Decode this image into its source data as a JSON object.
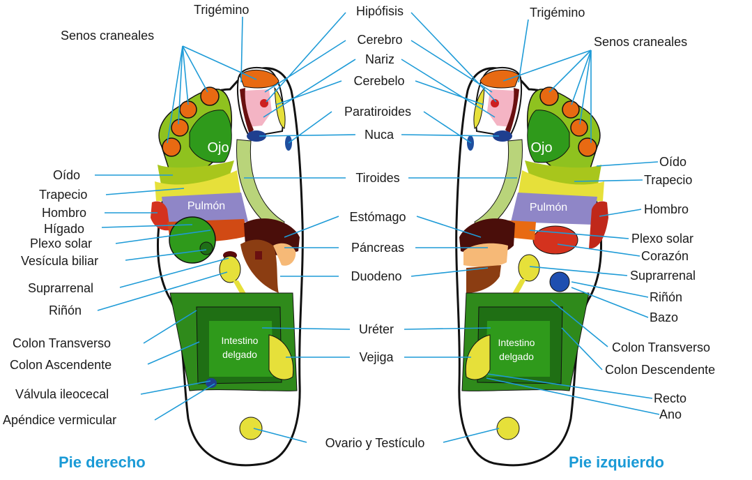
{
  "feet": {
    "right_title": "Pie derecho",
    "left_title": "Pie izquierdo",
    "ojo": "Ojo",
    "pulmon": "Pulmón",
    "intestino1": "Intestino",
    "intestino2": "delgado"
  },
  "labels_left": {
    "senos": "Senos craneales",
    "trigemino": "Trigémino",
    "oido": "Oído",
    "trapecio": "Trapecio",
    "hombro": "Hombro",
    "higado": "Hígado",
    "plexo": "Plexo solar",
    "vesicula": "Vesícula biliar",
    "suprarrenal": "Suprarrenal",
    "rinon": "Riñón",
    "colon_trans": "Colon Transverso",
    "colon_asc": "Colon Ascendente",
    "valvula": "Válvula ileocecal",
    "apendice": "Apéndice vermicular"
  },
  "labels_center": {
    "hipofisis": "Hipófisis",
    "cerebro": "Cerebro",
    "nariz": "Nariz",
    "cerebelo": "Cerebelo",
    "paratiroides": "Paratiroides",
    "nuca": "Nuca",
    "tiroides": "Tiroides",
    "estomago": "Estómago",
    "pancreas": "Páncreas",
    "duodeno": "Duodeno",
    "ureter": "Uréter",
    "vejiga": "Vejiga",
    "ovario": "Ovario y Testículo"
  },
  "labels_right": {
    "trigemino": "Trigémino",
    "senos": "Senos craneales",
    "oido": "Oído",
    "trapecio": "Trapecio",
    "hombro": "Hombro",
    "plexo": "Plexo solar",
    "corazon": "Corazón",
    "suprarrenal": "Suprarrenal",
    "rinon": "Riñón",
    "bazo": "Bazo",
    "colon_trans": "Colon Transverso",
    "colon_desc": "Colon Descendente",
    "recto": "Recto",
    "ano": "Ano"
  },
  "colors": {
    "line": "#1e9bd7",
    "green_dark": "#2a7f1a",
    "green": "#3aa21f",
    "orange": "#e86a12",
    "yellow": "#e6e03a",
    "purple": "#8f86c7",
    "red": "#d4321e",
    "brown": "#8b3d12"
  }
}
